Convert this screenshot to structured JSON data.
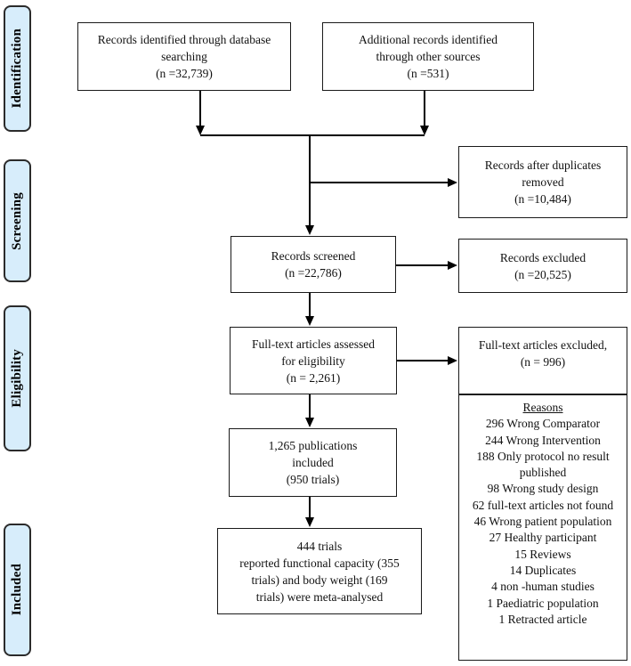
{
  "stages": [
    {
      "label": "Identification"
    },
    {
      "label": "Screening"
    },
    {
      "label": "Eligibility"
    },
    {
      "label": "Included"
    }
  ],
  "boxes": {
    "records_db": {
      "lines": [
        "Records identified through database",
        "searching",
        "(n =32,739)"
      ]
    },
    "records_other": {
      "lines": [
        "Additional records identified",
        "through other sources",
        "(n =531)"
      ]
    },
    "duplicates_removed": {
      "lines": [
        "Records after duplicates",
        "removed",
        "(n =10,484)"
      ]
    },
    "records_screened": {
      "lines": [
        "Records screened",
        "(n =22,786)"
      ]
    },
    "records_excluded": {
      "lines": [
        "Records excluded",
        "(n =20,525)"
      ]
    },
    "fulltext_assessed": {
      "lines": [
        "Full-text articles assessed",
        "for eligibility",
        "(n = 2,261)"
      ]
    },
    "fulltext_excluded": {
      "lines": [
        "Full-text articles excluded,",
        "(n = 996)"
      ]
    },
    "publications_included": {
      "lines": [
        "1,265 publications",
        "included",
        "(950 trials)"
      ]
    },
    "meta_analysed": {
      "lines": [
        "444 trials",
        "reported functional capacity (355",
        "trials) and body weight (169",
        "trials) were meta-analysed"
      ]
    }
  },
  "reasons": {
    "title": "Reasons",
    "items": [
      "296 Wrong Comparator",
      "244 Wrong Intervention",
      "188 Only protocol no result published",
      "98 Wrong study design",
      "62 full-text articles not found",
      "46 Wrong patient population",
      "27 Healthy participant",
      "15 Reviews",
      "14 Duplicates",
      "4 non -human studies",
      "1 Paediatric population",
      "1 Retracted article"
    ]
  },
  "colors": {
    "stage_fill": "#d7edfb",
    "line_color": "#000000"
  }
}
